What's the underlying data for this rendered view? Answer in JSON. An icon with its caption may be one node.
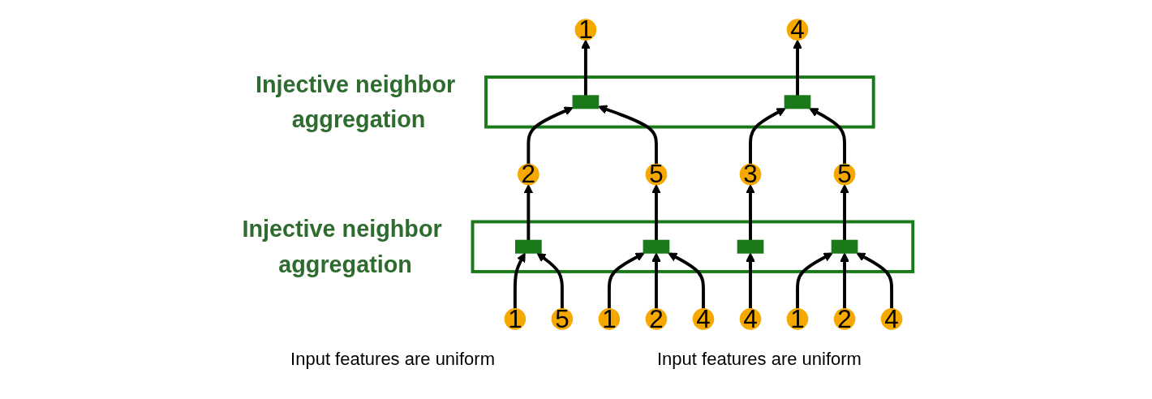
{
  "diagram": {
    "nodes": [
      {
        "text": [
          "1"
        ]
      },
      {
        "text": [
          "4"
        ]
      },
      {
        "text": [
          "Injective neighbor aggregation"
        ]
      },
      {
        "text": [],
        "shape": "bar",
        "in": 2
      },
      {
        "text": [],
        "shape": "bar",
        "in": 2
      },
      {
        "text": [
          "2"
        ]
      },
      {
        "text": [
          "5"
        ]
      },
      {
        "text": [
          "3"
        ]
      },
      {
        "text": [
          "5"
        ]
      },
      {
        "text": [
          "Injective neighbor aggregation"
        ]
      },
      {
        "text": [],
        "shape": "bar",
        "in": 9
      },
      {
        "text": [],
        "shape": "bar",
        "in": 9
      },
      {
        "text": [],
        "shape": "bar",
        "in": 9
      },
      {
        "text": [],
        "shape": "bar",
        "in": 9
      },
      {
        "text": [
          "1"
        ]
      },
      {
        "text": [
          "5"
        ]
      },
      {
        "text": [
          "1"
        ]
      },
      {
        "text": [
          "2"
        ]
      },
      {
        "text": [
          "4"
        ]
      },
      {
        "text": [
          "4"
        ]
      },
      {
        "text": [
          "1"
        ]
      },
      {
        "text": [
          "2"
        ]
      },
      {
        "text": [
          "4"
        ]
      }
    ],
    "edges": [
      {
        "from": 3,
        "to": 0,
        "arrow": "to"
      },
      {
        "from": 4,
        "to": 1,
        "arrow": "to"
      },
      {
        "from": 5,
        "to": 3,
        "arrow": "to"
      },
      {
        "from": 6,
        "to": 3,
        "arrow": "to"
      },
      {
        "from": 7,
        "to": 4,
        "arrow": "to"
      },
      {
        "from": 8,
        "to": 4,
        "arrow": "to"
      },
      {
        "from": 10,
        "to": 5,
        "arrow": "to"
      },
      {
        "from": 11,
        "to": 6,
        "arrow": "to"
      },
      {
        "from": 12,
        "to": 7,
        "arrow": "to"
      },
      {
        "from": 13,
        "to": 8,
        "arrow": "to"
      },
      {
        "from": 14,
        "to": 10,
        "arrow": "to"
      },
      {
        "from": 15,
        "to": 10,
        "arrow": "to"
      },
      {
        "from": 16,
        "to": 11,
        "arrow": "to"
      },
      {
        "from": 17,
        "to": 11,
        "arrow": "to"
      },
      {
        "from": 18,
        "to": 11,
        "arrow": "to"
      },
      {
        "from": 19,
        "to": 12,
        "arrow": "to"
      },
      {
        "from": 20,
        "to": 13,
        "arrow": "to"
      },
      {
        "from": 21,
        "to": 13,
        "arrow": "to"
      },
      {
        "from": 22,
        "to": 13,
        "arrow": "to"
      }
    ],
    "labels": [
      "Input features are uniform",
      "Input features are uniform"
    ]
  }
}
